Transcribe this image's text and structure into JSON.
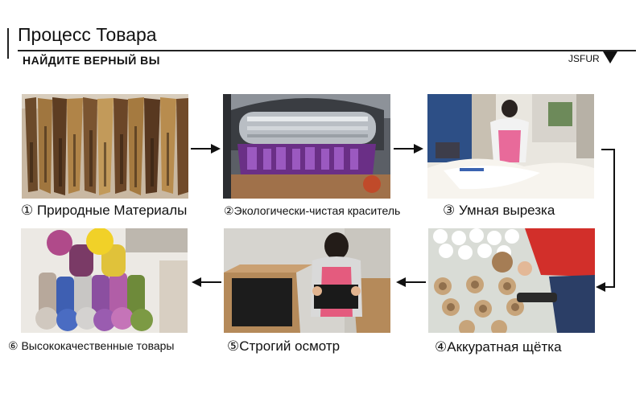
{
  "header": {
    "title": "Процесс Товара",
    "subtitle": "НАЙДИТЕ ВЕРНЫЙ ВЫ",
    "brand": "JSFUR"
  },
  "steps": [
    {
      "caption": "① Природные Материалы",
      "icon": "raw-fur-photo"
    },
    {
      "caption": "②Экологически-чистая краситель",
      "icon": "dyeing-machine-photo"
    },
    {
      "caption": "③ Умная вырезка",
      "icon": "cutting-photo"
    },
    {
      "caption": "④Аккуратная щётка",
      "icon": "brushing-photo"
    },
    {
      "caption": "⑤Строгий осмотр",
      "icon": "inspection-photo"
    },
    {
      "caption": "⑥ Высококачественные товары",
      "icon": "product-hats-photo"
    }
  ],
  "colors": {
    "text": "#111111",
    "rule": "#222222",
    "background": "#ffffff"
  }
}
